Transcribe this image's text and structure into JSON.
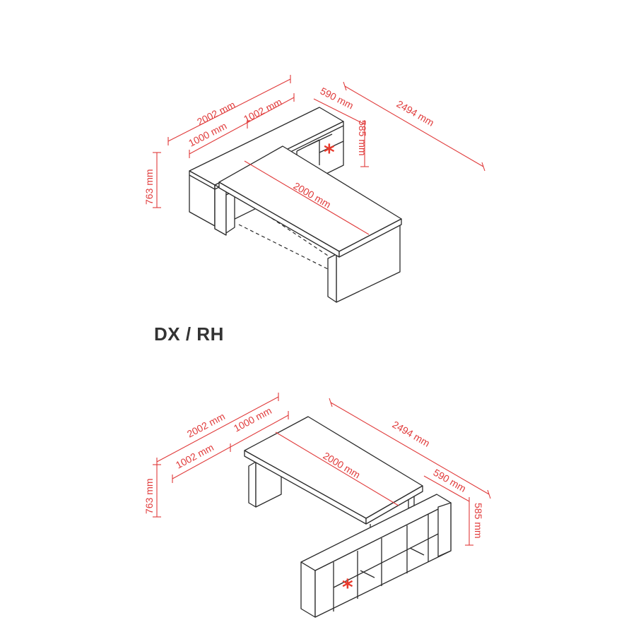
{
  "title": "DX / RH",
  "colors": {
    "dimension": "#e03a3a",
    "marker": "#e83a2c",
    "line": "#2a2a2a"
  },
  "top_view": {
    "dims": {
      "overall_width": "2002 mm",
      "return_left": "1000 mm",
      "return_right": "1002 mm",
      "return_depth": "590 mm",
      "overall_length": "2494 mm",
      "return_height": "585 mm",
      "desk_height": "763 mm",
      "desk_length": "2000 mm"
    },
    "marker": "*"
  },
  "bottom_view": {
    "dims": {
      "overall_width": "2002 mm",
      "return_right": "1000 mm",
      "return_left": "1002 mm",
      "overall_length": "2494 mm",
      "return_depth": "590 mm",
      "return_height": "585 mm",
      "desk_height": "763 mm",
      "desk_length": "2000 mm"
    },
    "marker": "*"
  }
}
